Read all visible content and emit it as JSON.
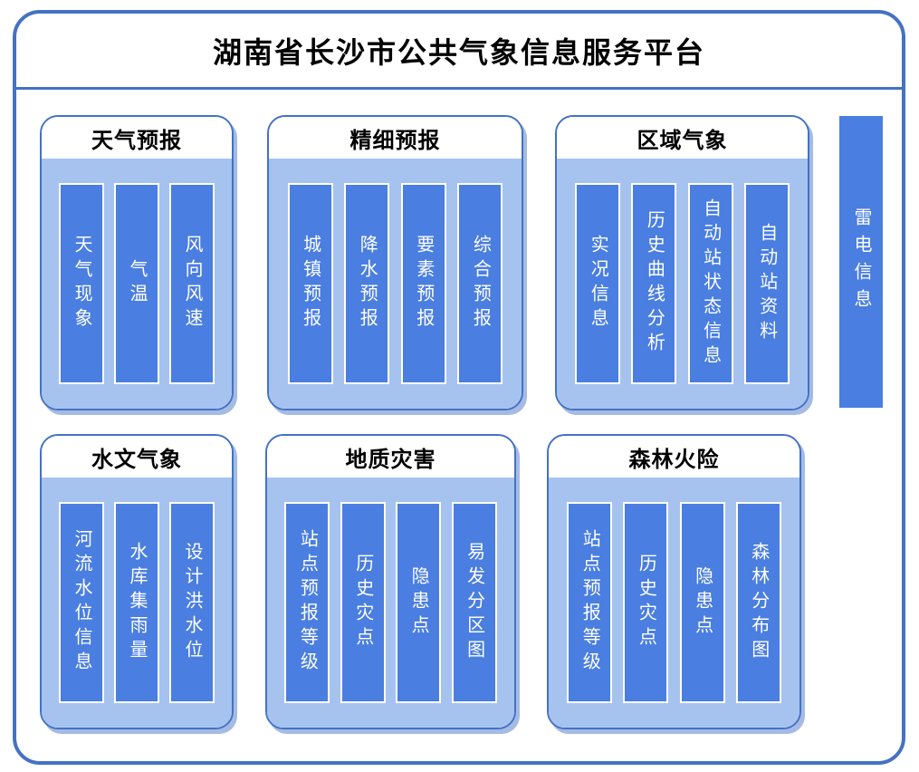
{
  "title": "湖南省长沙市公共气象信息服务平台",
  "colors": {
    "frame_border": "#4472C4",
    "panel_body_fill": "#A6C3F0",
    "bar_fill": "#4A7EE0",
    "bar_border": "#FFFFFF",
    "panel_shadow": "#7496D4",
    "title_text": "#000000",
    "bar_text": "#FFFFFF"
  },
  "panels": [
    {
      "title": "天气预报",
      "items": [
        "天气现象",
        "气温",
        "风向风速"
      ]
    },
    {
      "title": "精细预报",
      "items": [
        "城镇预报",
        "降水预报",
        "要素预报",
        "综合预报"
      ]
    },
    {
      "title": "区域气象",
      "items": [
        "实况信息",
        "历史曲线分析",
        "自动站状态信息",
        "自动站资料"
      ]
    },
    {
      "title": "水文气象",
      "items": [
        "河流水位信息",
        "水库集雨量",
        "设计洪水位"
      ]
    },
    {
      "title": "地质灾害",
      "items": [
        "站点预报等级",
        "历史灾点",
        "隐患点",
        "易发分区图"
      ]
    },
    {
      "title": "森林火险",
      "items": [
        "站点预报等级",
        "历史灾点",
        "隐患点",
        "森林分布图"
      ]
    }
  ],
  "side_bar": {
    "label": "雷电信息"
  }
}
